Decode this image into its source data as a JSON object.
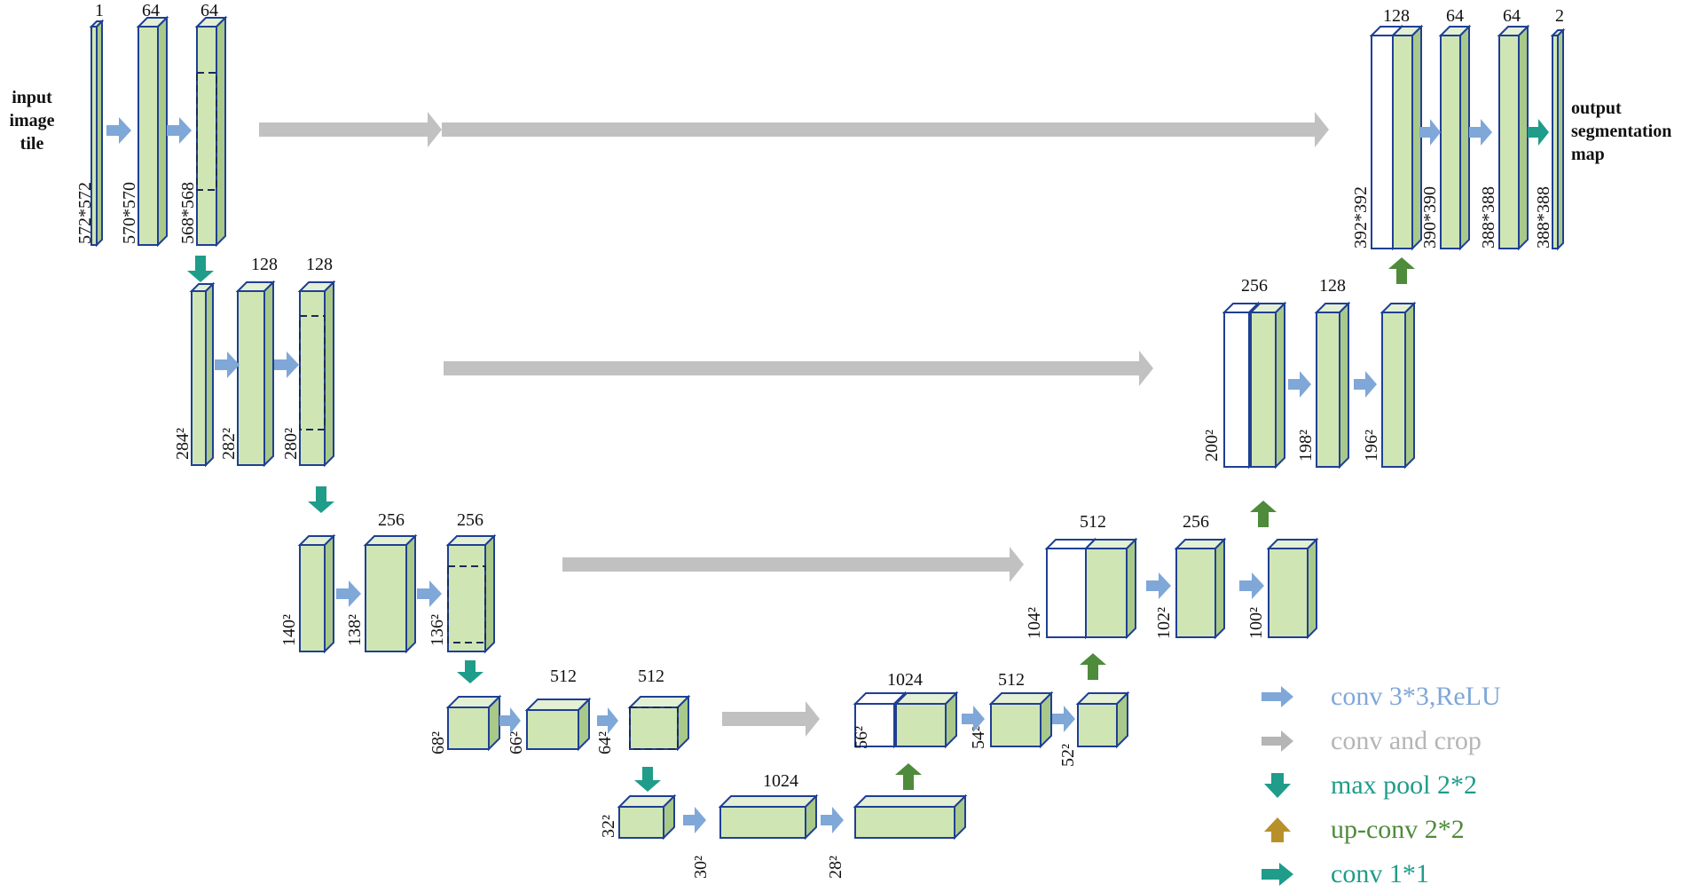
{
  "colors": {
    "box_fill": "#cfe6b4",
    "box_side": "#a9c98a",
    "box_top": "#e3f0d4",
    "box_stroke": "#1f3f93",
    "conv_arrow": "#7fa7d8",
    "crop_arrow": "#c1c1c1",
    "pool_arrow": "#1f9c8a",
    "upconv_arrow": "#4e8b3a",
    "conv1x1_arrow": "#1f9c8a",
    "upconv_legend_arrow": "#b8902a"
  },
  "labels": {
    "input": [
      "input",
      "image",
      "tile"
    ],
    "output": [
      "output",
      "segmentation",
      "map"
    ]
  },
  "legend": [
    {
      "label": "conv 3*3,ReLU",
      "icon": "right-arrow-icon",
      "color": "#7fa7d8"
    },
    {
      "label": "conv and crop",
      "icon": "right-arrow-icon",
      "color": "#b5b5b5"
    },
    {
      "label": "max pool 2*2",
      "icon": "down-arrow-icon",
      "color": "#1f9c8a"
    },
    {
      "label": "up-conv 2*2",
      "icon": "up-arrow-icon",
      "color": "#4e8b3a"
    },
    {
      "label": "conv 1*1",
      "icon": "right-arrow-icon",
      "color": "#1f9c8a"
    }
  ],
  "encoder": [
    {
      "level": 1,
      "blocks": [
        {
          "channels": "1",
          "size": "572*572"
        },
        {
          "channels": "64",
          "size": "570*570"
        },
        {
          "channels": "64",
          "size": "568*568"
        }
      ]
    },
    {
      "level": 2,
      "blocks": [
        {
          "channels": "",
          "size": "284²"
        },
        {
          "channels": "128",
          "size": "282²"
        },
        {
          "channels": "128",
          "size": "280²"
        }
      ]
    },
    {
      "level": 3,
      "blocks": [
        {
          "channels": "",
          "size": "140²"
        },
        {
          "channels": "256",
          "size": "138²"
        },
        {
          "channels": "256",
          "size": "136²"
        }
      ]
    },
    {
      "level": 4,
      "blocks": [
        {
          "channels": "",
          "size": "68²"
        },
        {
          "channels": "512",
          "size": "66²"
        },
        {
          "channels": "512",
          "size": "64²"
        }
      ]
    },
    {
      "level": 5,
      "blocks": [
        {
          "channels": "",
          "size": "32²"
        },
        {
          "channels": "1024",
          "size": "30²"
        },
        {
          "channels": "",
          "size": "28²"
        }
      ]
    }
  ],
  "decoder": [
    {
      "level": 4,
      "blocks": [
        {
          "channels": "1024",
          "size": "56²"
        },
        {
          "channels": "512",
          "size": "54²"
        },
        {
          "channels": "",
          "size": "52²"
        }
      ]
    },
    {
      "level": 3,
      "blocks": [
        {
          "channels": "512",
          "size": "104²"
        },
        {
          "channels": "256",
          "size": "102²"
        },
        {
          "channels": "",
          "size": "100²"
        }
      ]
    },
    {
      "level": 2,
      "blocks": [
        {
          "channels": "256",
          "size": "200²"
        },
        {
          "channels": "128",
          "size": "198²"
        },
        {
          "channels": "",
          "size": "196²"
        }
      ]
    },
    {
      "level": 1,
      "blocks": [
        {
          "channels": "128",
          "size": "392*392"
        },
        {
          "channels": "64",
          "size": "390*390"
        },
        {
          "channels": "64",
          "size": "388*388"
        },
        {
          "channels": "2",
          "size": "388*388"
        }
      ]
    }
  ]
}
